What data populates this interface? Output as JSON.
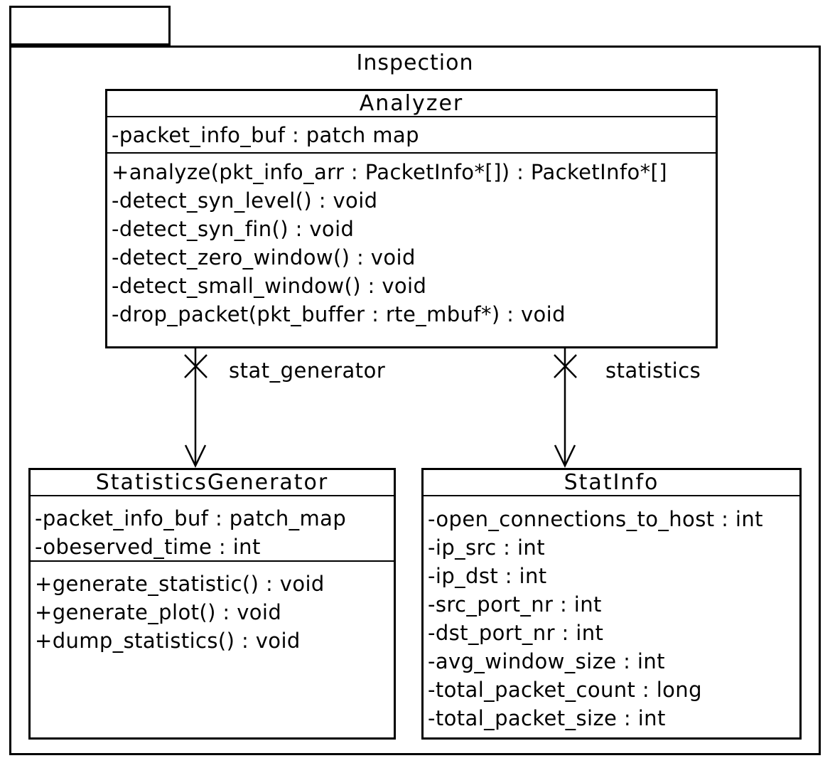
{
  "diagram": {
    "package": {
      "title": "Inspection"
    },
    "classes": [
      {
        "name": "Analyzer",
        "attributes": [
          "-packet_info_buf : patch map"
        ],
        "methods": [
          "+analyze(pkt_info_arr : PacketInfo*[]) : PacketInfo*[]",
          "-detect_syn_level() : void",
          "-detect_syn_fin() : void",
          "-detect_zero_window() : void",
          "-detect_small_window() : void",
          "-drop_packet(pkt_buffer : rte_mbuf*) : void"
        ]
      },
      {
        "name": "StatisticsGenerator",
        "attributes": [
          "-packet_info_buf : patch_map",
          "-obeserved_time : int"
        ],
        "methods": [
          "+generate_statistic() : void",
          "+generate_plot() : void",
          "+dump_statistics() : void"
        ]
      },
      {
        "name": "StatInfo",
        "attributes": [
          "-open_connections_to_host : int",
          "-ip_src : int",
          "-ip_dst : int",
          "-src_port_nr : int",
          "-dst_port_nr : int",
          "-avg_window_size : int",
          "-total_packet_count : long",
          "-total_packet_size : int"
        ],
        "methods": []
      }
    ],
    "associations": [
      {
        "label": "stat_generator",
        "from": "Analyzer",
        "to": "StatisticsGenerator",
        "source_adornment": "non-navigable-x",
        "head": "open-arrow"
      },
      {
        "label": "statistics",
        "from": "Analyzer",
        "to": "StatInfo",
        "source_adornment": "non-navigable-x",
        "head": "open-arrow"
      }
    ],
    "colors": {
      "stroke": "#000000",
      "background": "#ffffff",
      "text": "#000000"
    }
  }
}
